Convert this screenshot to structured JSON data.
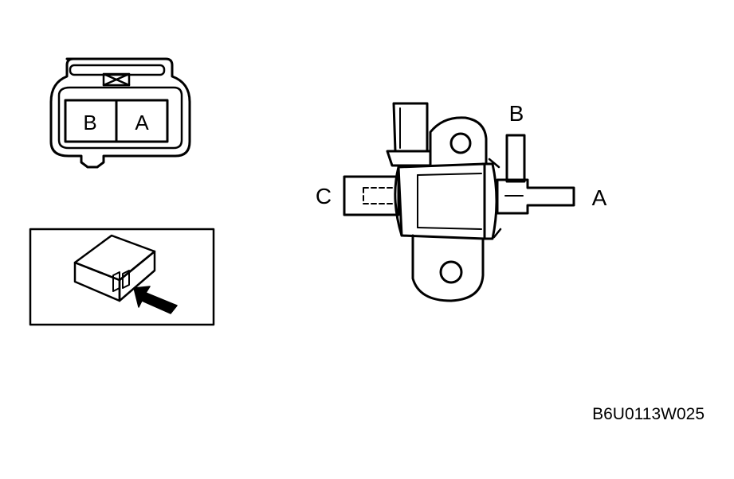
{
  "connector": {
    "pin_left": "B",
    "pin_right": "A"
  },
  "solenoid": {
    "port_top": "B",
    "port_left": "C",
    "port_right": "A"
  },
  "figure_code": "B6U0113W025",
  "colors": {
    "line": "#000000",
    "background": "#ffffff"
  }
}
